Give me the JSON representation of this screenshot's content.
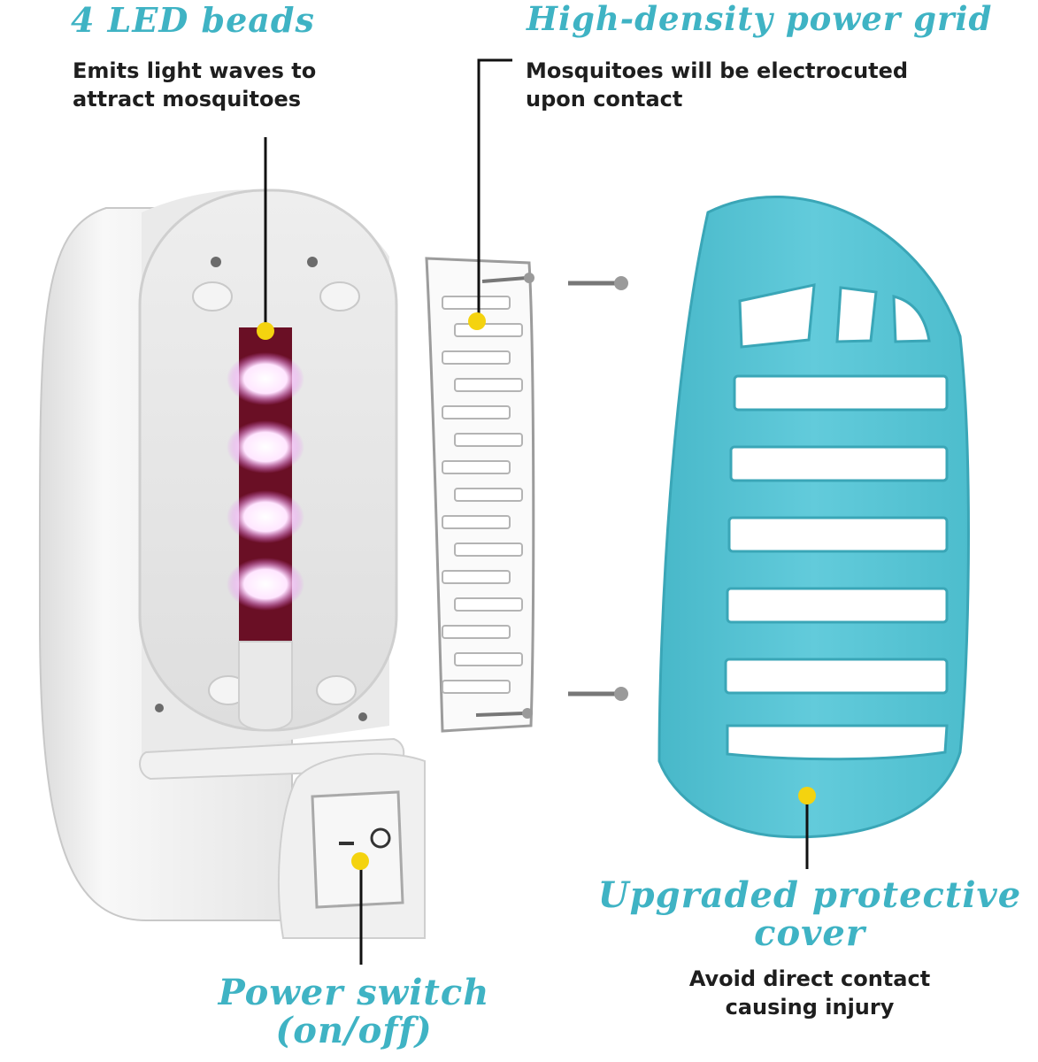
{
  "callouts": {
    "led": {
      "title": "4 LED beads",
      "desc_line1": "Emits light waves to",
      "desc_line2": "attract mosquitoes"
    },
    "grid": {
      "title": "High-density power grid",
      "desc_line1": "Mosquitoes will be electrocuted",
      "desc_line2": "upon contact"
    },
    "cover": {
      "title_line1": "Upgraded protective",
      "title_line2": "cover",
      "desc_line1": "Avoid direct contact",
      "desc_line2": "causing injury"
    },
    "switch": {
      "title_line1": "Power switch",
      "title_line2": "(on/off)"
    }
  },
  "colors": {
    "heading": "#3fb3c4",
    "body_text": "#1e1e1e",
    "marker_dot": "#f4d30f",
    "cover": "#5bc6d6",
    "led_glow": "#e36cf0"
  }
}
